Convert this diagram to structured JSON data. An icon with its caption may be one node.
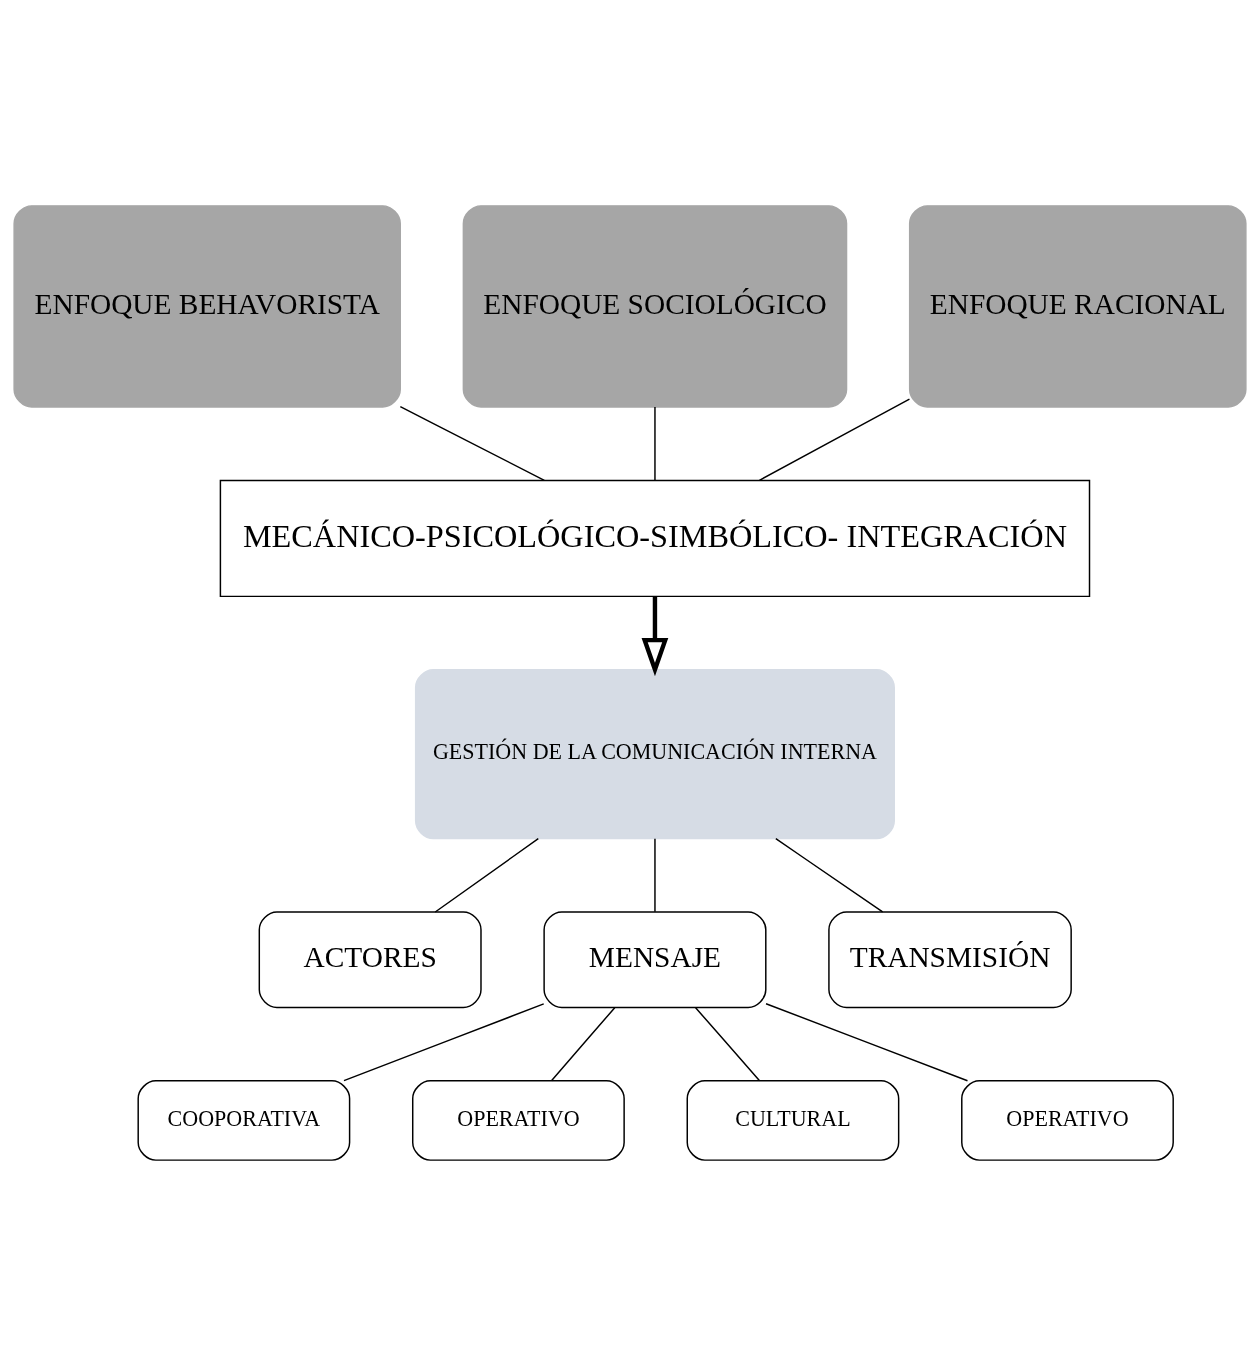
{
  "diagram": {
    "nodes": [
      {
        "text": [
          "ENFOQUE BEHAVORISTA"
        ]
      },
      {
        "text": [
          "ENFOQUE SOCIOLÓGICO"
        ]
      },
      {
        "text": [
          "ENFOQUE RACIONAL"
        ]
      },
      {
        "text": [
          "MECÁNICO-PSICOLÓGICO-SIMBÓLICO- INTEGRACIÓN"
        ]
      },
      {
        "text": [
          "GESTIÓN DE LA COMUNICACIÓN INTERNA"
        ]
      },
      {
        "text": [
          "ACTORES"
        ]
      },
      {
        "text": [
          "MENSAJE"
        ]
      },
      {
        "text": [
          "TRANSMISIÓN"
        ]
      },
      {
        "text": [
          "COOPORATIVA"
        ]
      },
      {
        "text": [
          "OPERATIVO"
        ]
      },
      {
        "text": [
          "CULTURAL"
        ]
      },
      {
        "text": [
          "OPERATIVO"
        ]
      }
    ],
    "edges": [
      {
        "from": 0,
        "to": 3,
        "arrow": "none"
      },
      {
        "from": 1,
        "to": 3,
        "arrow": "none"
      },
      {
        "from": 2,
        "to": 3,
        "arrow": "none"
      },
      {
        "from": 3,
        "to": 4,
        "arrow": "to",
        "style": "thick"
      },
      {
        "from": 4,
        "to": 5,
        "arrow": "none"
      },
      {
        "from": 4,
        "to": 6,
        "arrow": "none"
      },
      {
        "from": 4,
        "to": 7,
        "arrow": "none"
      },
      {
        "from": 6,
        "to": 8,
        "arrow": "none"
      },
      {
        "from": 6,
        "to": 9,
        "arrow": "none"
      },
      {
        "from": 6,
        "to": 10,
        "arrow": "none"
      },
      {
        "from": 6,
        "to": 11,
        "arrow": "none"
      }
    ]
  }
}
